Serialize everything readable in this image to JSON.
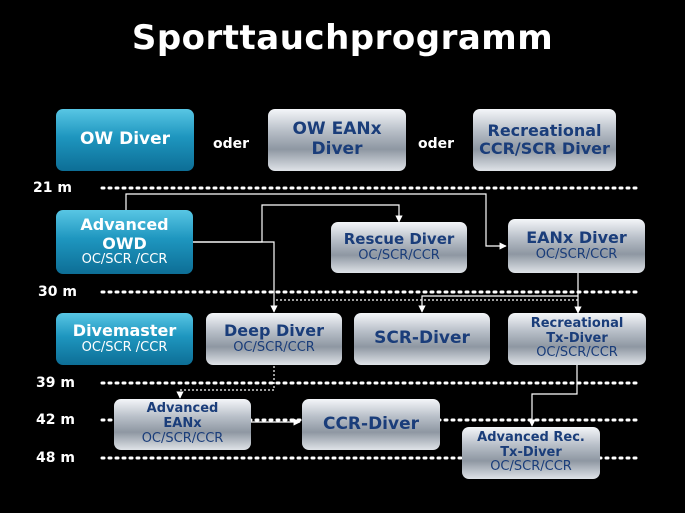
{
  "title": "Sporttauchprogramm",
  "oder": [
    "oder",
    "oder"
  ],
  "depths": [
    "21 m",
    "30 m",
    "39 m",
    "42 m",
    "48 m"
  ],
  "boxes": {
    "ow_diver": {
      "main": "OW Diver"
    },
    "ow_eanx": {
      "main1": "OW EANx",
      "main2": "Diver"
    },
    "recreational_ccr": {
      "main1": "Recreational",
      "main2": "CCR/SCR Diver"
    },
    "advanced_owd": {
      "main1": "Advanced",
      "main2": "OWD",
      "sub": "OC/SCR /CCR"
    },
    "rescue": {
      "main": "Rescue Diver",
      "sub": "OC/SCR/CCR"
    },
    "eanx": {
      "main": "EANx Diver",
      "sub": "OC/SCR/CCR"
    },
    "divemaster": {
      "main": "Divemaster",
      "sub": "OC/SCR /CCR"
    },
    "deep": {
      "main": "Deep Diver",
      "sub": "OC/SCR/CCR"
    },
    "scr": {
      "main": "SCR-Diver"
    },
    "rec_tx": {
      "main1": "Recreational",
      "main2": "Tx-Diver",
      "sub": "OC/SCR/CCR"
    },
    "adv_eanx": {
      "main1": "Advanced",
      "main2": "EANx",
      "sub": "OC/SCR/CCR"
    },
    "ccr": {
      "main": "CCR-Diver"
    },
    "adv_rec_tx": {
      "main1": "Advanced Rec.",
      "main2": "Tx-Diver",
      "sub": "OC/SCR/CCR"
    }
  },
  "colors": {
    "blue": "#1e96bf",
    "grey": "#b8bfc8",
    "navy_text": "#1a3d7a",
    "line": "#ffffff"
  }
}
